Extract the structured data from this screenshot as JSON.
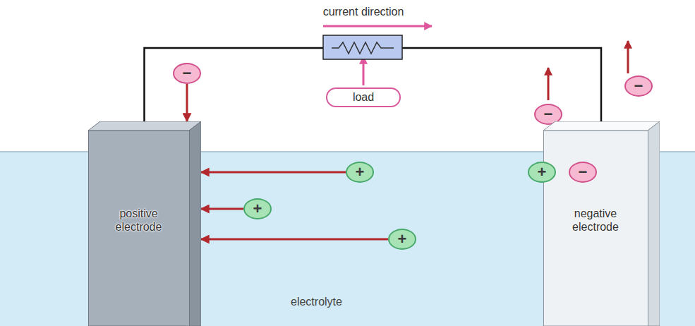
{
  "diagram": {
    "nodes": [
      {
        "text": [
          "load"
        ]
      },
      {
        "text": [
          "−"
        ]
      },
      {
        "text": [
          "−"
        ]
      },
      {
        "text": [
          "−"
        ]
      },
      {
        "text": [
          "positive electrode"
        ]
      },
      {
        "text": [
          "negative electrode"
        ]
      },
      {
        "text": [
          "electrolyte"
        ]
      },
      {
        "text": [
          "+"
        ],
        "in": 6
      },
      {
        "text": [
          "+"
        ],
        "in": 6
      },
      {
        "text": [
          "−"
        ],
        "in": 6
      },
      {
        "text": [
          "+"
        ],
        "in": 6
      },
      {
        "text": [
          "+"
        ],
        "in": 6
      }
    ],
    "edges": [
      {
        "from": 4,
        "to": 5,
        "arrow": "none"
      },
      {
        "from": 1,
        "to": 4,
        "arrow": "to"
      },
      {
        "from": 7,
        "to": 4,
        "arrow": "to"
      },
      {
        "from": 10,
        "to": 4,
        "arrow": "to"
      },
      {
        "from": 11,
        "to": 4,
        "arrow": "to"
      }
    ],
    "labels": [
      "current direction"
    ]
  }
}
